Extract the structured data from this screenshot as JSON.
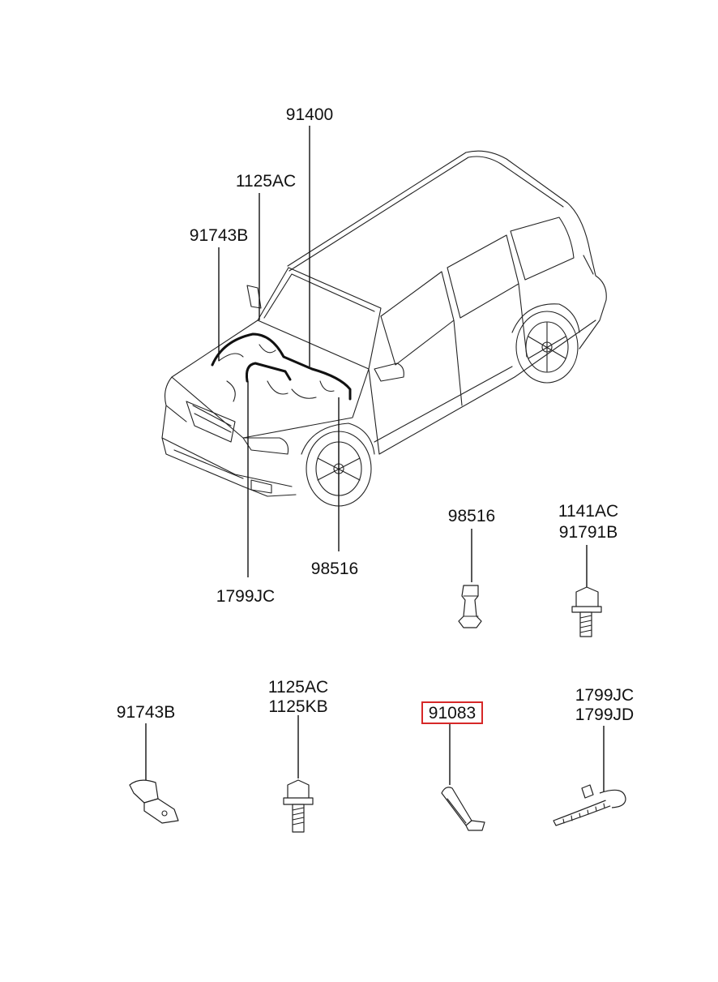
{
  "labels": {
    "l91400": "91400",
    "l1125ac_top": "1125AC",
    "l91743b_top": "91743B",
    "l98516_car": "98516",
    "l1799jc_car": "1799JC",
    "l98516_part": "98516",
    "l1141ac": "1141AC",
    "l91791b": "91791B",
    "l91743b_part": "91743B",
    "l1125ac_part": "1125AC",
    "l1125kb": "1125KB",
    "l91083": "91083",
    "l1799jc_part": "1799JC",
    "l1799jd": "1799JD"
  },
  "highlight": {
    "part_number": "91083",
    "color": "#d62828"
  },
  "colors": {
    "line": "#111111",
    "background": "#ffffff"
  }
}
